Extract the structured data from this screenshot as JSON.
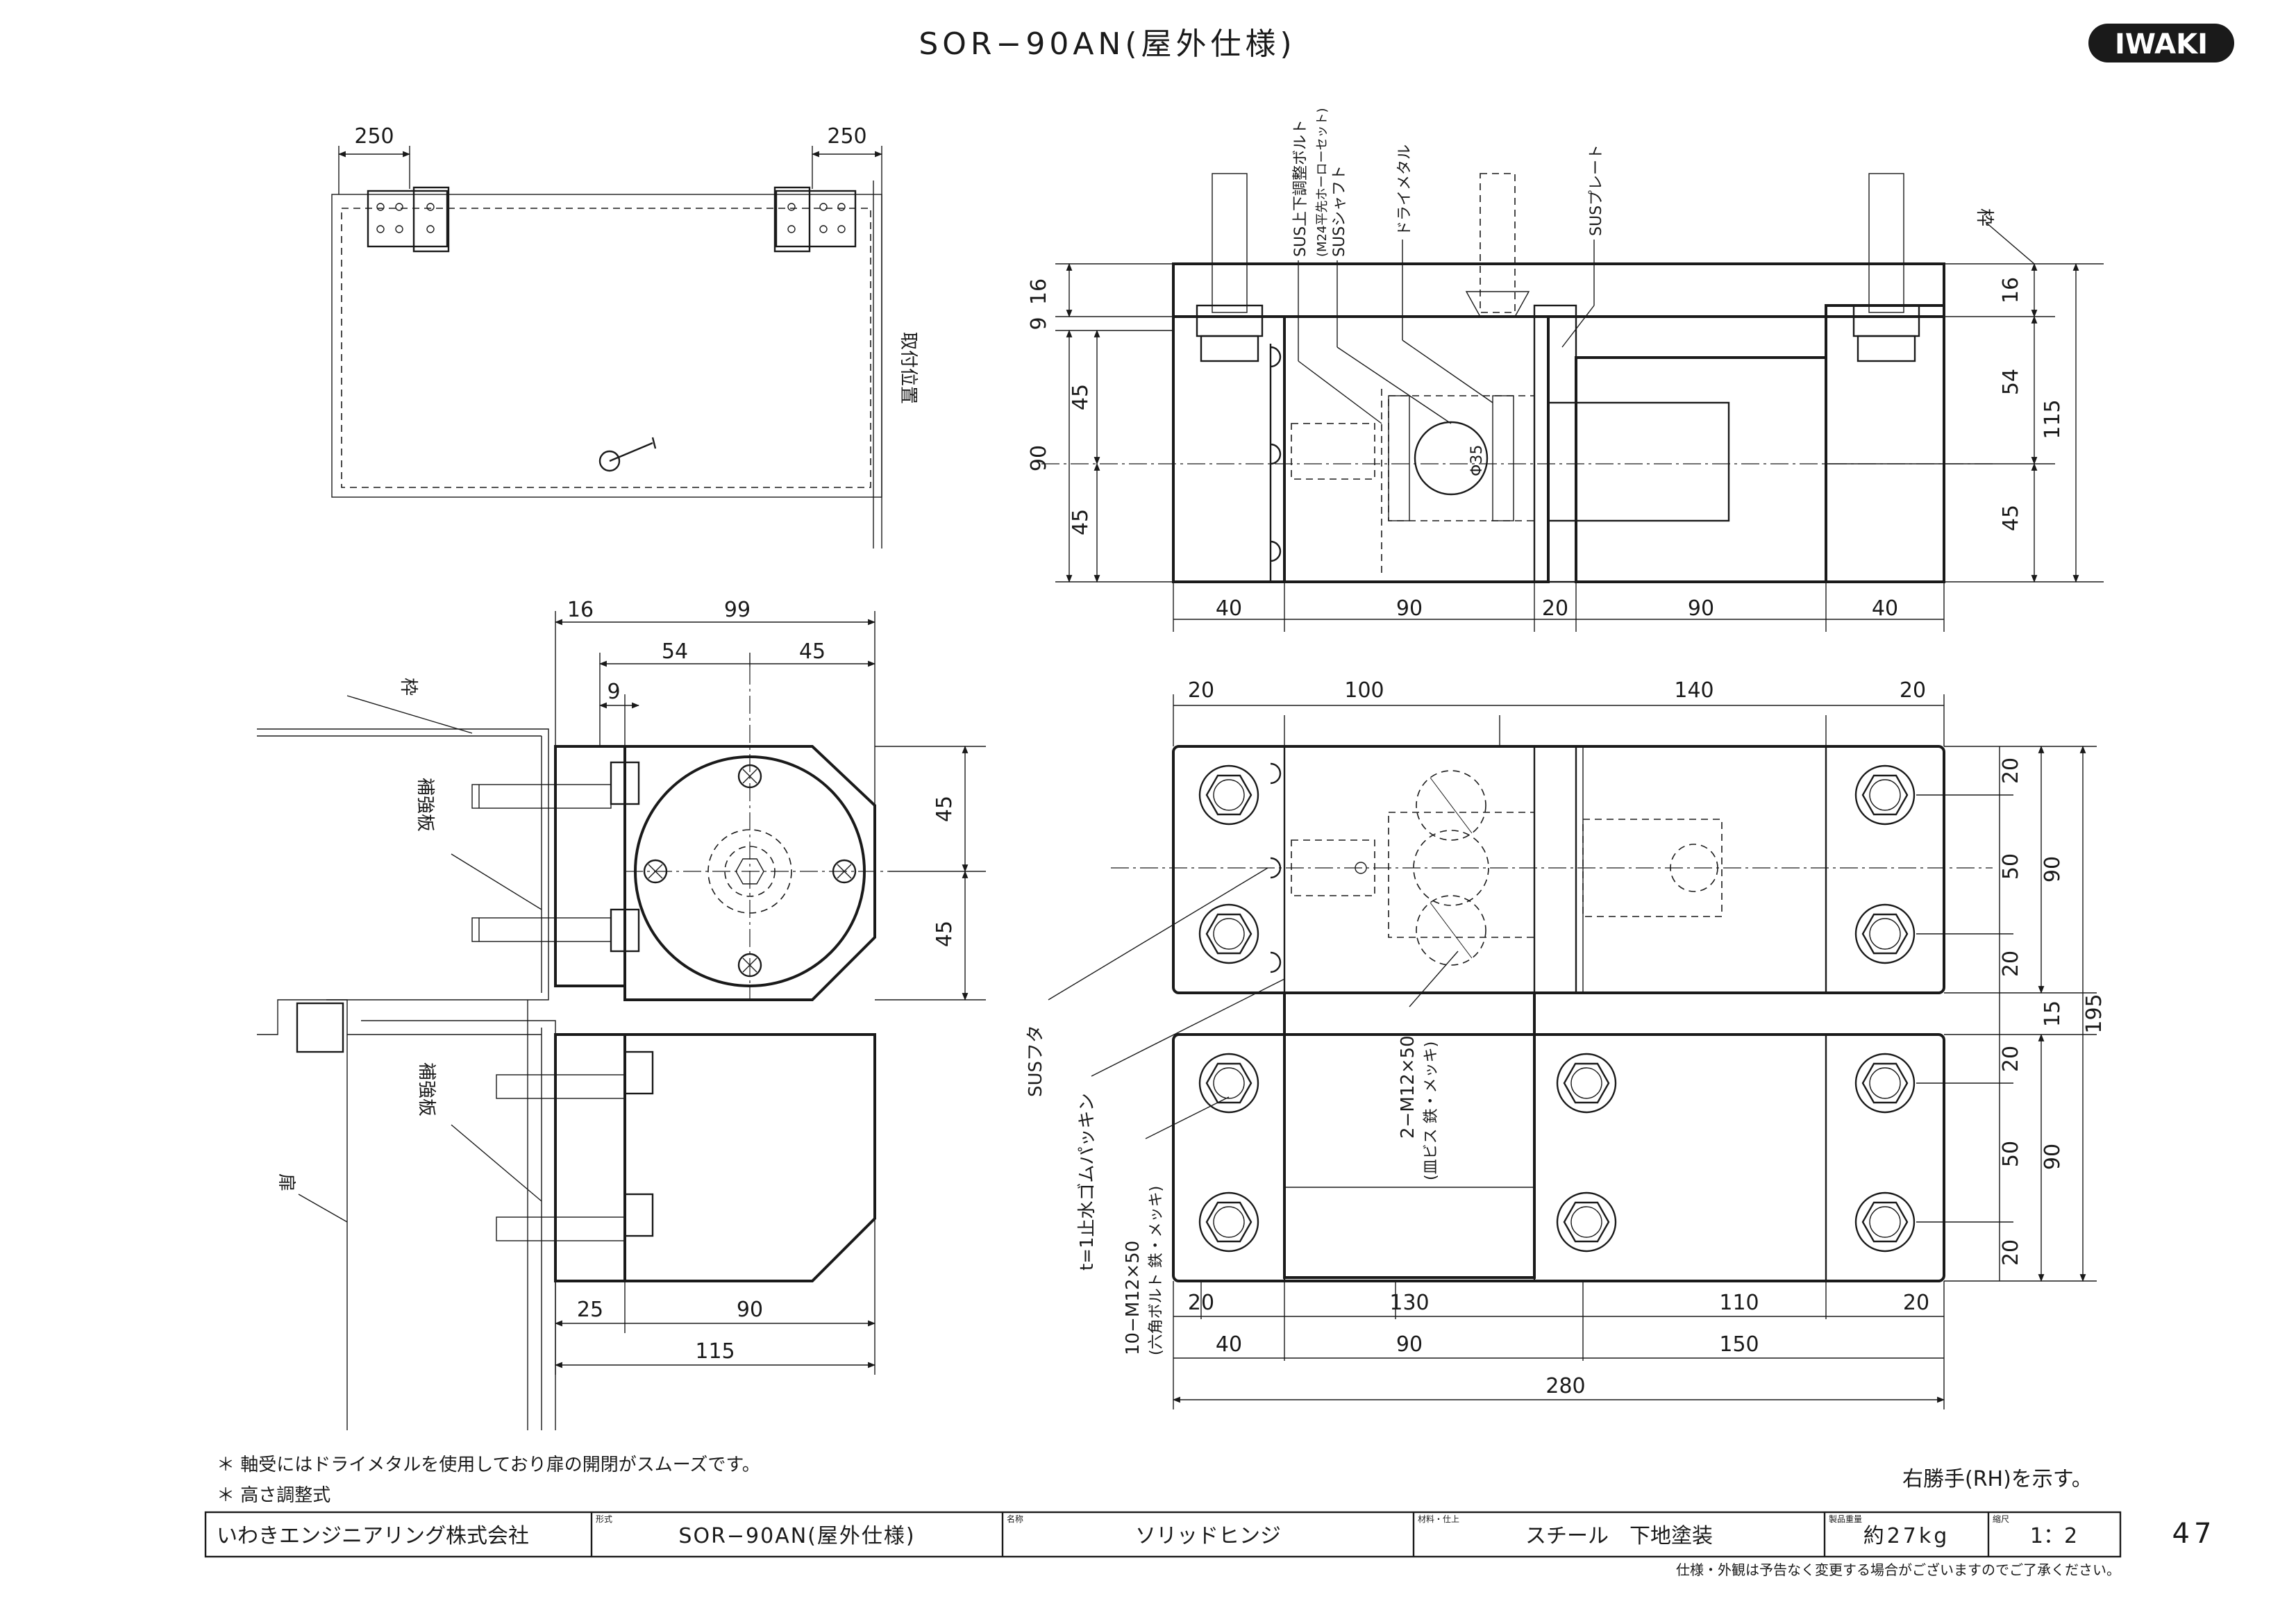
{
  "header": {
    "title": "SOR−90AN(屋外仕様)",
    "logo": "IWAKI"
  },
  "labels": {
    "waku": "枠",
    "toritsuke": "取付位置",
    "hokyoban": "補強板",
    "tobira": "扉",
    "sus_adjust_bolt": "SUS上下調整ボルト",
    "sus_adjust_bolt_spec": "(M24平先ホーローセット)",
    "sus_shaft": "SUSシャフト",
    "dry_metal": "ドライメタル",
    "sus_plate": "SUSプレート",
    "sus_futa": "SUSフタ",
    "packing": "t=1止水ゴムパッキン",
    "bolt_10": "10−M12×50",
    "bolt_10_spec": "(六角ボルト 鉄・メッキ)",
    "screw_2": "2−M12×50",
    "screw_2_spec": "(皿ビス 鉄・メッキ)",
    "phi": "Φ35"
  },
  "dims": {
    "top": {
      "left": "250",
      "right": "250"
    },
    "front_v": {
      "a": "16",
      "b": "9",
      "c": "45",
      "d": "90",
      "e": "45"
    },
    "front_h": [
      "40",
      "90",
      "20",
      "90",
      "40"
    ],
    "front_r": {
      "a": "16",
      "b": "54",
      "c": "115",
      "d": "45"
    },
    "side_top": {
      "a": "16",
      "b": "99",
      "c": "54",
      "d": "45",
      "e": "9"
    },
    "side_v": {
      "a": "45",
      "b": "45"
    },
    "side_bottom": {
      "a": "25",
      "b": "90",
      "c": "115"
    },
    "plan_top": [
      "20",
      "100",
      "140",
      "20"
    ],
    "plan_r": {
      "a": "20",
      "b": "50",
      "c": "90",
      "d": "20",
      "e": "15",
      "f": "195",
      "g": "20",
      "h": "50",
      "i": "90",
      "j": "20"
    },
    "plan_b1": [
      "20",
      "130",
      "110",
      "20"
    ],
    "plan_b2": [
      "40",
      "90",
      "150"
    ],
    "plan_b3": "280"
  },
  "notes": {
    "n1": "＊ 軸受にはドライメタルを使用しており扉の開閉がスムーズです。",
    "n2": "＊ 高さ調整式",
    "hand": "右勝手(RH)を示す。"
  },
  "title_block": {
    "company": "いわきエンジニアリング株式会社",
    "model_caption": "形式",
    "model": "SOR−90AN(屋外仕様)",
    "name_caption": "名称",
    "name": "ソリッドヒンジ",
    "material_caption": "材料・仕上",
    "material": "スチール　下地塗装",
    "weight_caption": "製品重量",
    "weight": "約27kg",
    "scale_caption": "縮尺",
    "scale": "1：2",
    "page": "47"
  },
  "footer": "仕様・外観は予告なく変更する場合がございますのでご了承ください。",
  "colors": {
    "ink": "#1a1a1a",
    "paper": "#ffffff"
  }
}
